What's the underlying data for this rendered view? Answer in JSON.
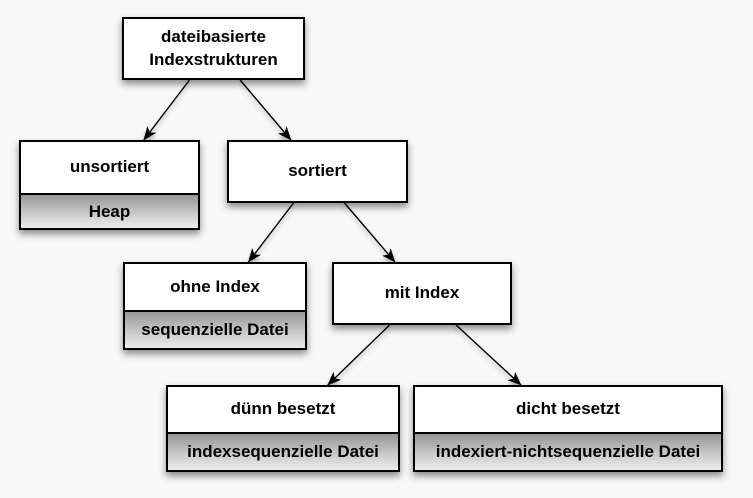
{
  "diagram": {
    "type": "tree",
    "colors": {
      "background": "#f8f8f8",
      "node_fill": "#ffffff",
      "node_border": "#000000",
      "sublabel_gradient_top": "#969696",
      "sublabel_gradient_bottom": "#ececec",
      "arrow": "#000000"
    },
    "nodes": {
      "root": {
        "label": "dateibasierte Indexstrukturen"
      },
      "unsorted": {
        "label": "unsortiert",
        "sublabel": "Heap"
      },
      "sorted": {
        "label": "sortiert"
      },
      "no_index": {
        "label": "ohne Index",
        "sublabel": "sequenzielle Datei"
      },
      "with_index": {
        "label": "mit Index"
      },
      "sparse": {
        "label": "dünn besetzt",
        "sublabel": "indexsequenzielle Datei"
      },
      "dense": {
        "label": "dicht besetzt",
        "sublabel": "indexiert-nichtsequenzielle Datei"
      }
    },
    "edges": [
      {
        "from": "root",
        "to": "unsorted"
      },
      {
        "from": "root",
        "to": "sorted"
      },
      {
        "from": "sorted",
        "to": "no_index"
      },
      {
        "from": "sorted",
        "to": "with_index"
      },
      {
        "from": "with_index",
        "to": "sparse"
      },
      {
        "from": "with_index",
        "to": "dense"
      }
    ]
  }
}
